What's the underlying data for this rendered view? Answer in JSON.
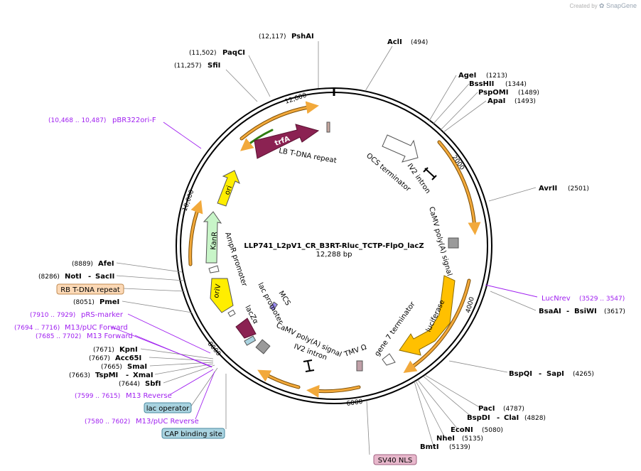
{
  "credit": {
    "prefix": "Created by",
    "brand": "SnapGene"
  },
  "plasmid": {
    "name": "LLP741_L2pV1_CR_B3RT-Rluc_TCTP-FlpO_lacZ",
    "size": "12,288 bp"
  },
  "ticks": [
    "2000",
    "4000",
    "6000",
    "8000",
    "10,000",
    "12,000"
  ],
  "enzymes": {
    "pshai": {
      "pos": "(12,117)",
      "name": "PshAI"
    },
    "paqci": {
      "pos": "(11,502)",
      "name": "PaqCI"
    },
    "sfii": {
      "pos": "(11,257)",
      "name": "SfiI"
    },
    "acli": {
      "name": "AclI",
      "pos": "(494)"
    },
    "agei": {
      "name": "AgeI",
      "pos": "(1213)"
    },
    "bsshii": {
      "name": "BssHII",
      "pos": "(1344)"
    },
    "psphomi": {
      "name": "PspOMI",
      "pos": "(1489)"
    },
    "apai": {
      "name": "ApaI",
      "pos": "(1493)"
    },
    "avrii": {
      "name": "AvrII",
      "pos": "(2501)"
    },
    "bsaai": {
      "name": "BsaAI",
      "sep": "-",
      "name2": "BsiWI",
      "pos": "(3617)"
    },
    "bspqi": {
      "name": "BspQI",
      "sep": "-",
      "name2": "SapI",
      "pos": "(4265)"
    },
    "paci": {
      "name": "PacI",
      "pos": "(4787)"
    },
    "bspdi": {
      "name": "BspDI",
      "sep": "-",
      "name2": "ClaI",
      "pos": "(4828)"
    },
    "econi": {
      "name": "EcoNI",
      "pos": "(5080)"
    },
    "nhei": {
      "name": "NheI",
      "pos": "(5135)"
    },
    "bmti": {
      "name": "BmtI",
      "pos": "(5139)"
    },
    "afei": {
      "pos": "(8889)",
      "name": "AfeI"
    },
    "noti": {
      "pos": "(8286)",
      "name": "NotI",
      "sep": "-",
      "name2": "SacII"
    },
    "pmei": {
      "pos": "(8051)",
      "name": "PmeI"
    },
    "kpni": {
      "pos": "(7671)",
      "name": "KpnI"
    },
    "acc65i": {
      "pos": "(7667)",
      "name": "Acc65I"
    },
    "smai": {
      "pos": "(7665)",
      "name": "SmaI"
    },
    "tspmi": {
      "pos": "(7663)",
      "name": "TspMI",
      "sep": "-",
      "name2": "XmaI"
    },
    "sbfi": {
      "pos": "(7644)",
      "name": "SbfI"
    }
  },
  "primers": {
    "pbr322": {
      "pos": "(10,468 .. 10,487)",
      "name": "pBR322ori-F"
    },
    "lucnrev": {
      "name": "LucNrev",
      "pos": "(3529 .. 3547)"
    },
    "prsmarker": {
      "pos": "(7910 .. 7929)",
      "name": "pRS-marker"
    },
    "m13puc_fwd": {
      "pos": "(7694 .. 7716)",
      "name": "M13/pUC Forward"
    },
    "m13_fwd": {
      "pos": "(7685 .. 7702)",
      "name": "M13 Forward"
    },
    "m13_rev": {
      "pos": "(7599 .. 7615)",
      "name": "M13 Reverse"
    },
    "m13puc_rev": {
      "pos": "(7580 .. 7602)",
      "name": "M13/pUC Reverse"
    }
  },
  "boxes": {
    "rb": {
      "label": "RB T-DNA repeat",
      "color": "#fcd9b6"
    },
    "lacop": {
      "label": "lac operator",
      "color": "#a9d3e0"
    },
    "cap": {
      "label": "CAP binding site",
      "color": "#a9d3e0"
    },
    "sv40": {
      "label": "SV40 NLS",
      "color": "#e8b8cc"
    }
  },
  "features": {
    "lb": "LB T-DNA repeat",
    "ocs": "OCS terminator",
    "iv2a": "IV2 intron",
    "camv1": "CaMV poly(A) signal",
    "luciferase": "luciferase",
    "gene7": "gene 7 terminator",
    "tmv": "TMV Ω",
    "iv2b": "IV2 intron",
    "camv2": "CaMV poly(A) signal",
    "lacpromoter": "lac promoter",
    "lacza": "lacZα",
    "mcs": "MCS",
    "ampr": "AmpR promoter",
    "kanr": "KanR",
    "oriv": "oriV",
    "ori": "ori",
    "trfa": "trfA"
  },
  "colors": {
    "primer": "#a020f0",
    "orf_orange": "#f2a93b",
    "yellow": "#ffee00",
    "maroon": "#8b2252",
    "green": "#c8f5c8"
  }
}
